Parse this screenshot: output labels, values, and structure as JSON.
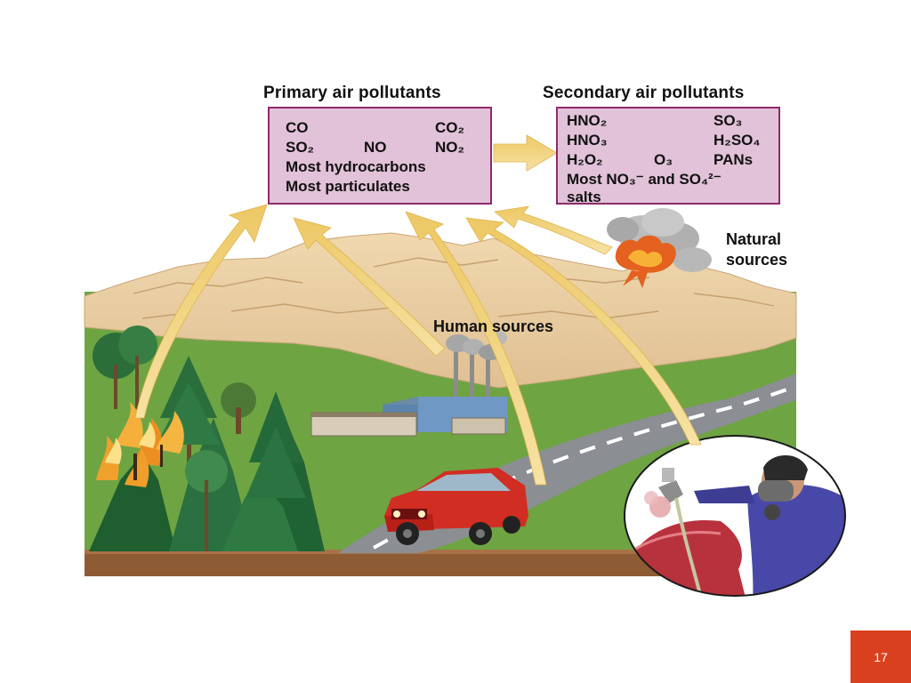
{
  "diagram": {
    "primary": {
      "title": "Primary air pollutants",
      "items": {
        "co": "CO",
        "co2": "CO₂",
        "so2": "SO₂",
        "no": "NO",
        "no2": "NO₂",
        "hydrocarbons": "Most hydrocarbons",
        "particulates": "Most particulates"
      }
    },
    "secondary": {
      "title": "Secondary air pollutants",
      "items": {
        "hno2": "HNO₂",
        "so3": "SO₃",
        "hno3": "HNO₃",
        "h2so4": "H₂SO₄",
        "h2o2": "H₂O₂",
        "o3": "O₃",
        "pans": "PANs",
        "nitrates_sulfates": "Most NO₃⁻ and SO₄²⁻",
        "salts": "salts"
      }
    },
    "labels": {
      "natural": "Natural\nsources",
      "human": "Human sources"
    }
  },
  "slide": {
    "page_number": "17"
  },
  "colors": {
    "box_fill": "#e2c2d8",
    "box_border": "#8e2a6a",
    "arrow": "#f0d27a",
    "page_badge": "#d9401e"
  }
}
